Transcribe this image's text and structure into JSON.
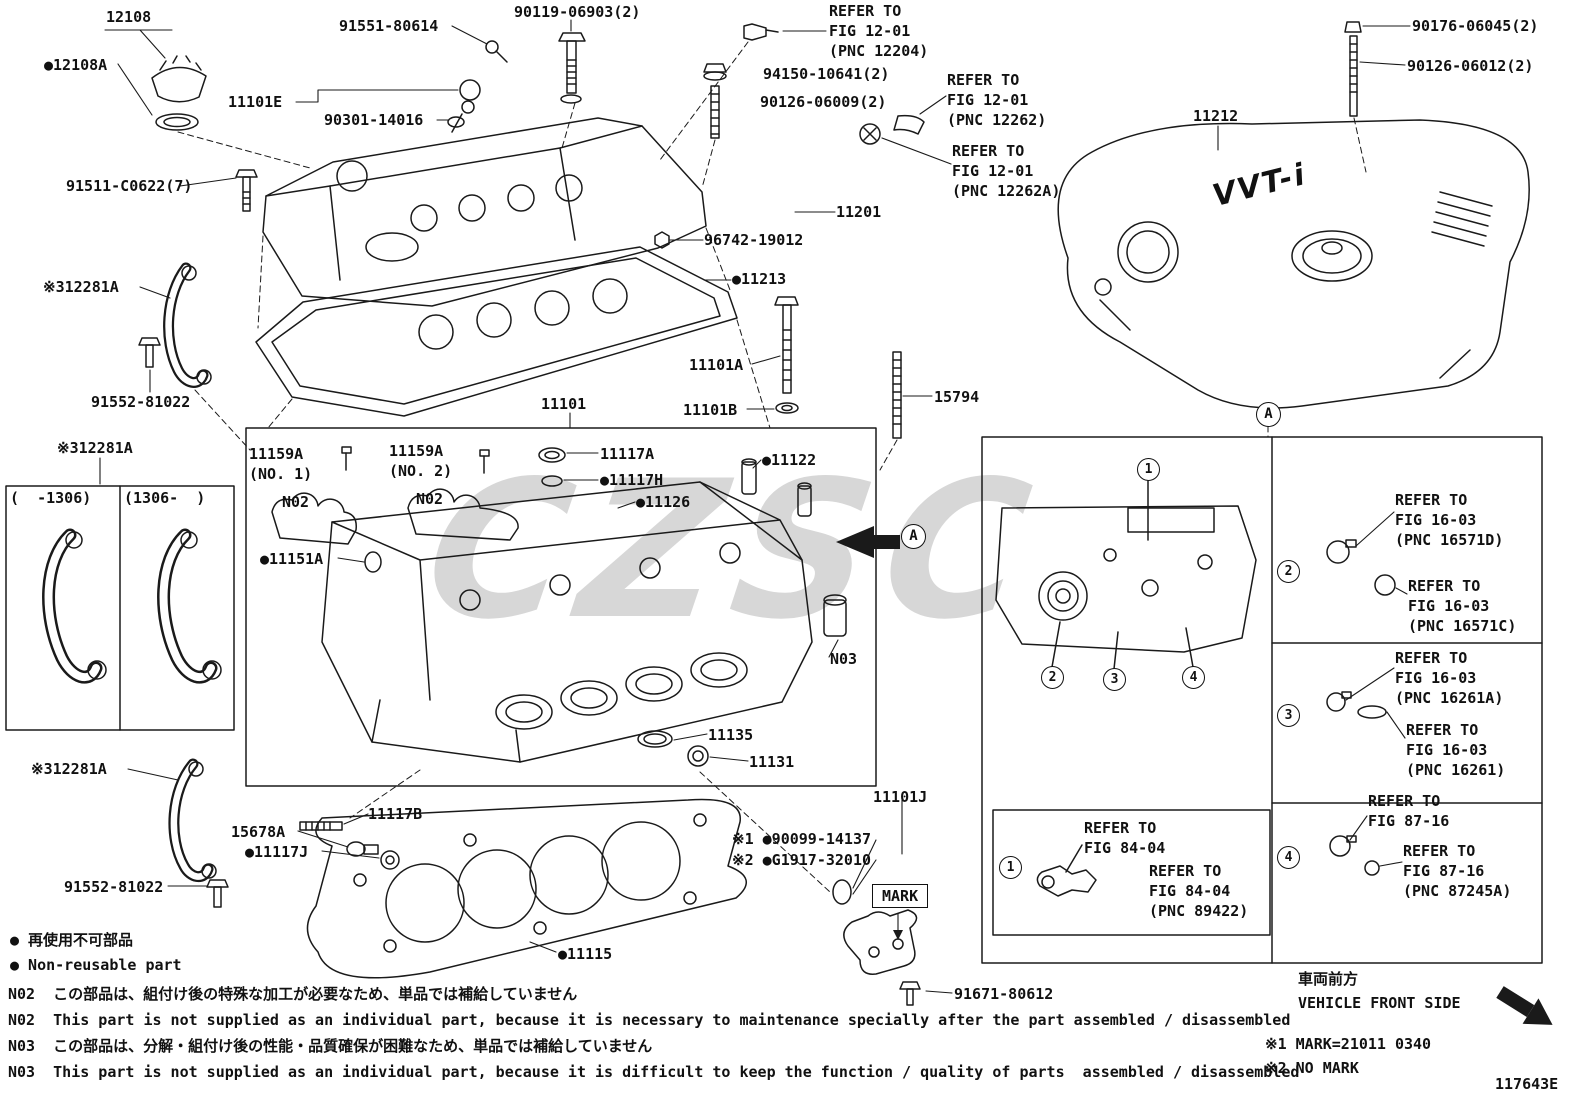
{
  "watermark": "CZSC",
  "cover_logo": "VVT-i",
  "markers": {
    "a": "A",
    "n1": "1",
    "n2": "2",
    "n3": "3",
    "n4": "4"
  },
  "callouts": {
    "cap": "12108",
    "cap_gasket": "●12108A",
    "bolt_91551": "91551-80614",
    "bolt_90119": "90119-06903(2)",
    "refer_12204": "REFER TO\nFIG 12-01\n(PNC 12204)",
    "sensor_11101e": "11101E",
    "oring_90301": "90301-14016",
    "nut_94150": "94150-10641(2)",
    "stud_90126a": "90126-06009(2)",
    "refer_12262": "REFER TO\nFIG 12-01\n(PNC 12262)",
    "refer_12262a": "REFER TO\nFIG 12-01\n(PNC 12262A)",
    "bolt_91511": "91511-C0622(7)",
    "valve_cover": "11201",
    "nut_96742": "96742-19012",
    "cover_gasket": "●11213",
    "hanger_1": "※312281A",
    "bolt_91552_1": "91552-81022",
    "bolt_11101a": "11101A",
    "washer_11101b": "11101B",
    "stud_15794": "15794",
    "engine_cover": "11212",
    "stud_90176": "90176-06045(2)",
    "stud_90126b": "90126-06012(2)",
    "cylinder_head": "11101",
    "hanger_2": "※312281A",
    "range_old": "(  -1306)",
    "range_new": "(1306-  )",
    "cam_cap_1": "11159A\n(NO. 1)",
    "cam_cap_2": "11159A\n(NO. 2)",
    "plug_11117a": "11117A",
    "washer_11117h": "●11117H",
    "gasket_11126": "●11126",
    "guide_11122": "●11122",
    "n02_a": "N02",
    "n02_b": "N02",
    "plug_11151a": "●11151A",
    "n03": "N03",
    "gasket_11135": "11135",
    "seal_11131": "11131",
    "hanger_3": "※312281A",
    "stud_11117b": "11117B",
    "plug_15678a": "15678A",
    "plug_11117j": "●11117J",
    "bolt_91552_2": "91552-81022",
    "head_gasket": "●11115",
    "outlet_11101j": "11101J",
    "ring_90099": "※1 ●90099-14137",
    "ring_g1917": "※2 ●G1917-32010",
    "mark": "MARK",
    "bolt_91671": "91671-80612"
  },
  "panel": {
    "refer_16571d": "REFER TO\nFIG 16-03\n(PNC 16571D)",
    "refer_16571c": "REFER TO\nFIG 16-03\n(PNC 16571C)",
    "refer_16261a": "REFER TO\nFIG 16-03\n(PNC 16261A)",
    "refer_16261": "REFER TO\nFIG 16-03\n(PNC 16261)",
    "refer_8716": "REFER TO\nFIG 87-16",
    "refer_87245a": "REFER TO\nFIG 87-16\n(PNC 87245A)",
    "refer_8404": "REFER TO\nFIG 84-04",
    "refer_89422": "REFER TO\nFIG 84-04\n(PNC 89422)"
  },
  "legend": {
    "jp": "● 再使用不可部品",
    "en": "● Non-reusable part",
    "n02_jp": "N02  この部品は、組付け後の特殊な加工が必要なため、単品では補給していません",
    "n02_en": "N02  This part is not supplied as an individual part, because it is necessary to maintenance specially after the part assembled / disassembled",
    "n03_jp": "N03  この部品は、分解・組付け後の性能・品質確保が困難なため、単品では補給していません",
    "n03_en": "N03  This part is not supplied as an individual part, because it is difficult to keep the function / quality of parts  assembled / disassembled"
  },
  "footer": {
    "front_jp": "車両前方",
    "front_en": "VEHICLE FRONT SIDE",
    "note1": "※1 MARK=21011 0340",
    "note2": "※2 NO MARK",
    "code": "117643E"
  }
}
